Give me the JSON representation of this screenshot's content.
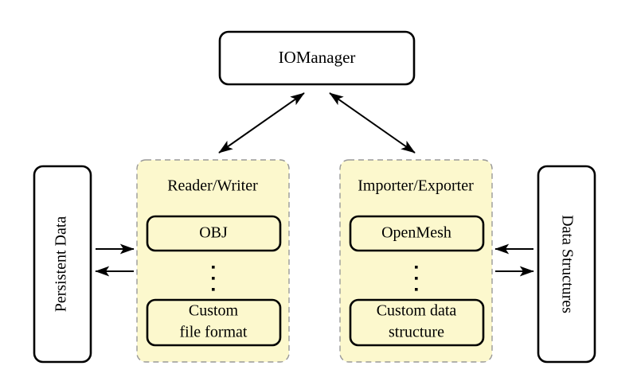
{
  "diagram": {
    "type": "architecture-block-diagram",
    "background_color": "#ffffff",
    "panel_fill_color": "#fcf8cd",
    "panel_border_color": "#999999",
    "node_border_color": "#000000",
    "manager": {
      "label": "IOManager"
    },
    "left_store": {
      "label": "Persistent Data",
      "orientation": "rotated-90-ccw"
    },
    "right_store": {
      "label": "Data Structures",
      "orientation": "rotated-90-cw"
    },
    "panels": [
      {
        "id": "reader-writer",
        "title": "Reader/Writer",
        "items": [
          {
            "id": "obj",
            "lines": [
              "OBJ"
            ]
          },
          {
            "id": "ellipsis",
            "lines": [
              "⋮"
            ]
          },
          {
            "id": "custom-file-format",
            "lines": [
              "Custom",
              "file format"
            ]
          }
        ]
      },
      {
        "id": "importer-exporter",
        "title": "Importer/Exporter",
        "items": [
          {
            "id": "openmesh",
            "lines": [
              "OpenMesh"
            ]
          },
          {
            "id": "ellipsis",
            "lines": [
              "⋮"
            ]
          },
          {
            "id": "custom-data-structure",
            "lines": [
              "Custom data",
              "structure"
            ]
          }
        ]
      }
    ],
    "connections": [
      {
        "id": "manager-to-reader-writer",
        "from": "IOManager",
        "to": "Reader/Writer",
        "arrow": "double"
      },
      {
        "id": "manager-to-importer-exporter",
        "from": "IOManager",
        "to": "Importer/Exporter",
        "arrow": "double"
      },
      {
        "id": "persistent-data-to-reader-writer",
        "from": "Persistent Data",
        "to": "Reader/Writer",
        "arrow": "single"
      },
      {
        "id": "reader-writer-to-persistent-data",
        "from": "Reader/Writer",
        "to": "Persistent Data",
        "arrow": "single"
      },
      {
        "id": "data-structures-to-importer-exporter",
        "from": "Data Structures",
        "to": "Importer/Exporter",
        "arrow": "single"
      },
      {
        "id": "importer-exporter-to-data-structures",
        "from": "Importer/Exporter",
        "to": "Data Structures",
        "arrow": "single"
      }
    ]
  }
}
